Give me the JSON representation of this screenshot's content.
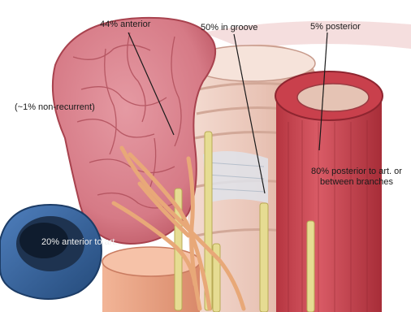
{
  "figure": {
    "labels": {
      "anterior": "44% anterior",
      "groove": "50% in groove",
      "posterior": "5% posterior",
      "non_recurrent": "(~1% non-recurrent)",
      "posterior_branches": "80% posterior to art. or between branches",
      "anterior_artery": "20% anterior to art."
    },
    "colors": {
      "thyroid": "#d67a86",
      "thyroid_outline": "#a8424e",
      "trachea": "#ecc9bd",
      "artery": "#c9404c",
      "vein": "#2f5f9a",
      "nerve": "#e6dc92",
      "esophagus": "#e9a184",
      "leader_line": "#1a1a1a"
    },
    "icons": [
      "thyroid-lobe",
      "trachea",
      "carotid-artery",
      "jugular-vein",
      "recurrent-laryngeal-nerve",
      "esophagus"
    ]
  }
}
